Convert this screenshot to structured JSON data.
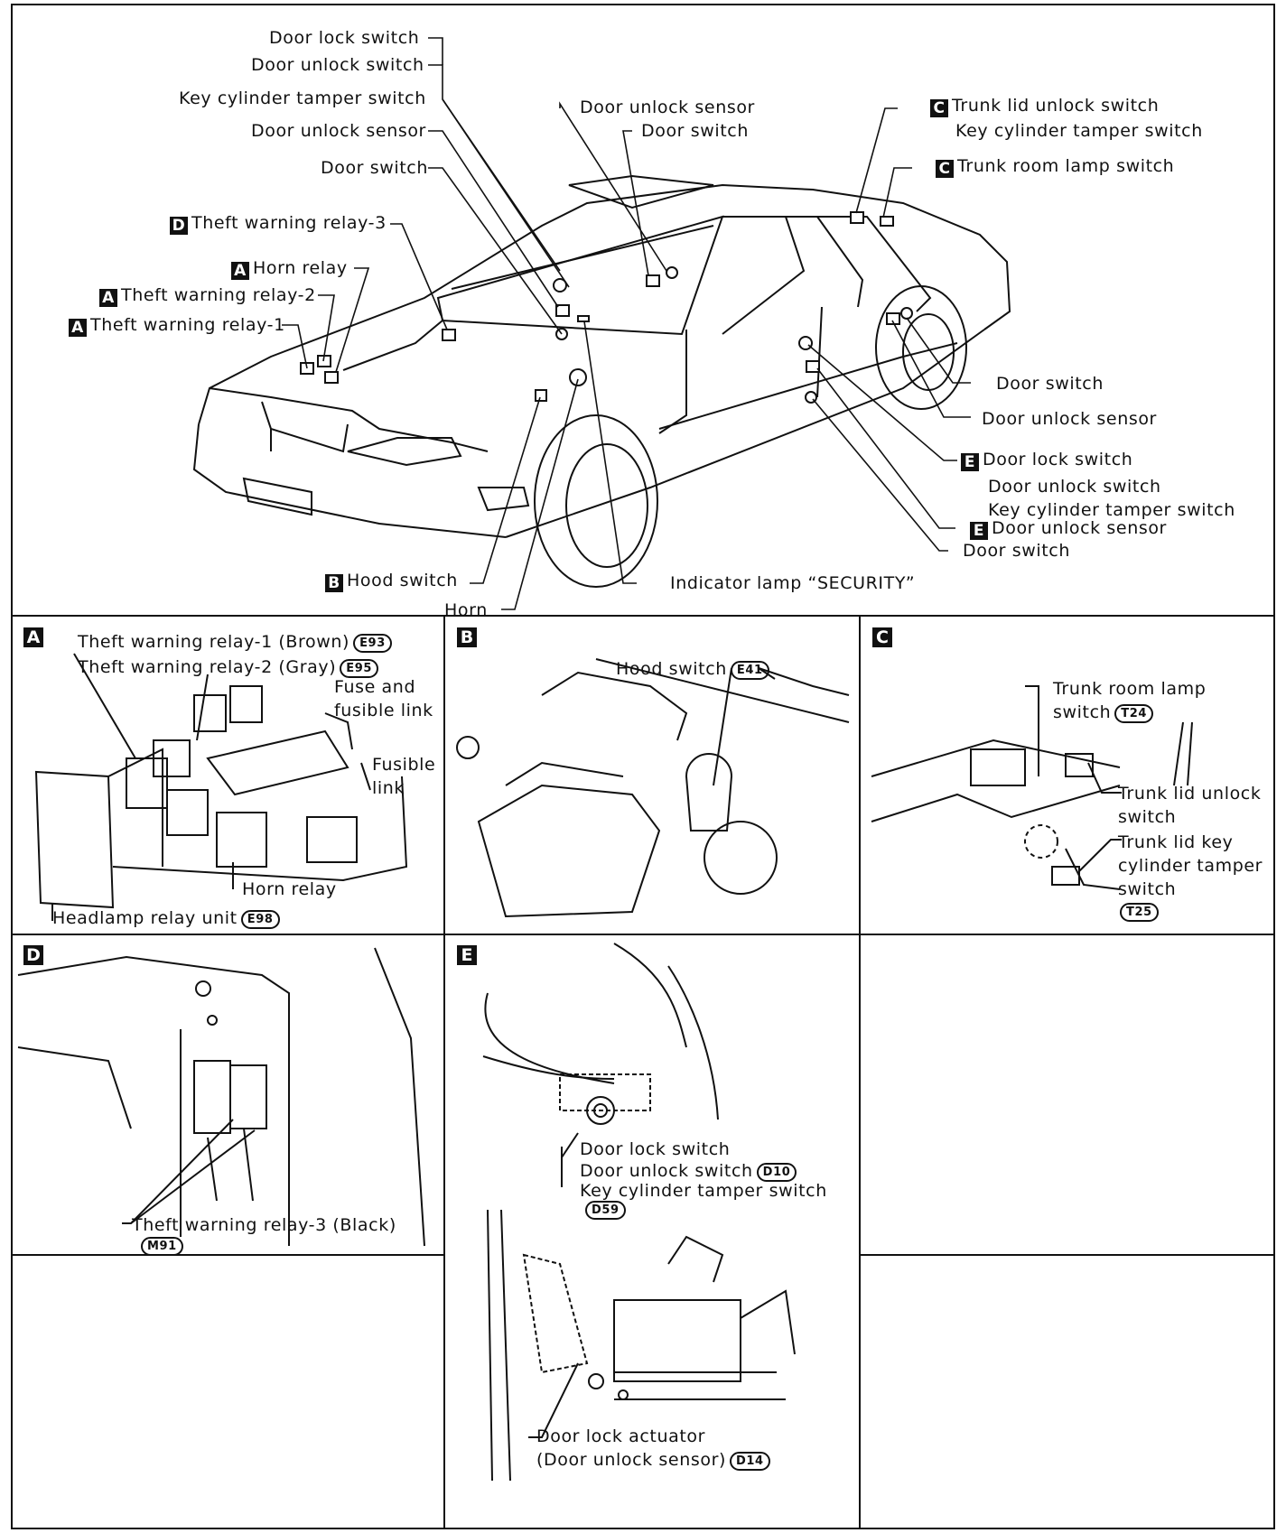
{
  "overview": {
    "labels": [
      {
        "id": "door-lock-switch-left",
        "box": "",
        "text": "Door lock switch",
        "conn": ""
      },
      {
        "id": "door-unlock-switch-left",
        "box": "",
        "text": "Door unlock switch",
        "conn": ""
      },
      {
        "id": "key-cylinder-tamper-switch-left",
        "box": "",
        "text": "Key cylinder tamper switch",
        "conn": ""
      },
      {
        "id": "door-unlock-sensor-left",
        "box": "",
        "text": "Door unlock sensor",
        "conn": ""
      },
      {
        "id": "door-switch-left",
        "box": "",
        "text": "Door switch",
        "conn": ""
      },
      {
        "id": "theft-warning-relay-3",
        "box": "D",
        "text": "Theft warning relay-3",
        "conn": ""
      },
      {
        "id": "horn-relay",
        "box": "A",
        "text": "Horn relay",
        "conn": ""
      },
      {
        "id": "theft-warning-relay-2",
        "box": "A",
        "text": "Theft warning relay-2",
        "conn": ""
      },
      {
        "id": "theft-warning-relay-1",
        "box": "A",
        "text": "Theft warning relay-1",
        "conn": ""
      },
      {
        "id": "door-unlock-sensor-center",
        "box": "",
        "text": "Door unlock sensor",
        "conn": ""
      },
      {
        "id": "door-switch-center",
        "box": "",
        "text": "Door switch",
        "conn": ""
      },
      {
        "id": "trunk-lid-unlock-switch",
        "box": "C",
        "text": "Trunk lid unlock switch",
        "conn": ""
      },
      {
        "id": "key-cylinder-tamper-switch-trunk",
        "box": "",
        "text": "Key cylinder tamper switch",
        "conn": ""
      },
      {
        "id": "trunk-room-lamp-switch",
        "box": "C",
        "text": "Trunk room lamp switch",
        "conn": ""
      },
      {
        "id": "door-switch-rear",
        "box": "",
        "text": "Door switch",
        "conn": ""
      },
      {
        "id": "door-unlock-sensor-rear",
        "box": "",
        "text": "Door unlock sensor",
        "conn": ""
      },
      {
        "id": "door-lock-switch-right",
        "box": "E",
        "text": "Door lock switch",
        "conn": ""
      },
      {
        "id": "door-unlock-switch-right",
        "box": "",
        "text": "Door unlock switch",
        "conn": ""
      },
      {
        "id": "key-cylinder-tamper-switch-right",
        "box": "",
        "text": "Key cylinder tamper switch",
        "conn": ""
      },
      {
        "id": "door-unlock-sensor-right",
        "box": "E",
        "text": "Door unlock sensor",
        "conn": ""
      },
      {
        "id": "door-switch-right",
        "box": "",
        "text": "Door switch",
        "conn": ""
      },
      {
        "id": "hood-switch",
        "box": "B",
        "text": "Hood switch",
        "conn": ""
      },
      {
        "id": "horn",
        "box": "",
        "text": "Horn",
        "conn": ""
      },
      {
        "id": "indicator-lamp",
        "box": "",
        "text": "Indicator lamp “SECURITY”",
        "conn": ""
      }
    ]
  },
  "panels": {
    "A": {
      "letter": "A",
      "labels": [
        {
          "id": "a-theft-relay-1",
          "text": "Theft warning relay-1 (Brown)",
          "conn": "E93"
        },
        {
          "id": "a-theft-relay-2",
          "text": "Theft warning relay-2 (Gray)",
          "conn": "E95"
        },
        {
          "id": "a-fuse-1",
          "text": "Fuse and",
          "conn": ""
        },
        {
          "id": "a-fuse-2",
          "text": "fusible link",
          "conn": ""
        },
        {
          "id": "a-fusible-1",
          "text": "Fusible",
          "conn": ""
        },
        {
          "id": "a-fusible-2",
          "text": "link",
          "conn": ""
        },
        {
          "id": "a-horn-relay",
          "text": "Horn relay",
          "conn": ""
        },
        {
          "id": "a-headlamp",
          "text": "Headlamp relay unit",
          "conn": "E98"
        }
      ]
    },
    "B": {
      "letter": "B",
      "labels": [
        {
          "id": "b-hood-switch",
          "text": "Hood switch",
          "conn": "E41"
        }
      ]
    },
    "C": {
      "letter": "C",
      "labels": [
        {
          "id": "c-trunk-room-1",
          "text": "Trunk room lamp",
          "conn": ""
        },
        {
          "id": "c-trunk-room-2",
          "text": "switch",
          "conn": "T24"
        },
        {
          "id": "c-trunk-unlock-1",
          "text": "Trunk lid unlock",
          "conn": ""
        },
        {
          "id": "c-trunk-unlock-2",
          "text": "switch",
          "conn": ""
        },
        {
          "id": "c-trunk-key-1",
          "text": "Trunk lid key",
          "conn": ""
        },
        {
          "id": "c-trunk-key-2",
          "text": "cylinder tamper",
          "conn": ""
        },
        {
          "id": "c-trunk-key-3",
          "text": "switch",
          "conn": ""
        },
        {
          "id": "c-trunk-key-4",
          "text": "",
          "conn": "T25"
        }
      ]
    },
    "D": {
      "letter": "D",
      "labels": [
        {
          "id": "d-theft-relay-3",
          "text": "Theft warning relay-3 (Black)",
          "conn": ""
        },
        {
          "id": "d-conn",
          "text": "",
          "conn": "M91"
        }
      ]
    },
    "E": {
      "letter": "E",
      "labels": [
        {
          "id": "e-door-lock",
          "text": "Door lock switch",
          "conn": ""
        },
        {
          "id": "e-door-unlock",
          "text": "Door unlock switch",
          "conn": "D10"
        },
        {
          "id": "e-key-cyl",
          "text": "Key cylinder tamper switch",
          "conn": ""
        },
        {
          "id": "e-conn",
          "text": "",
          "conn": "D59"
        },
        {
          "id": "e-actuator",
          "text": "Door lock actuator",
          "conn": ""
        },
        {
          "id": "e-sensor",
          "text": "(Door unlock sensor)",
          "conn": "D14"
        }
      ]
    }
  }
}
